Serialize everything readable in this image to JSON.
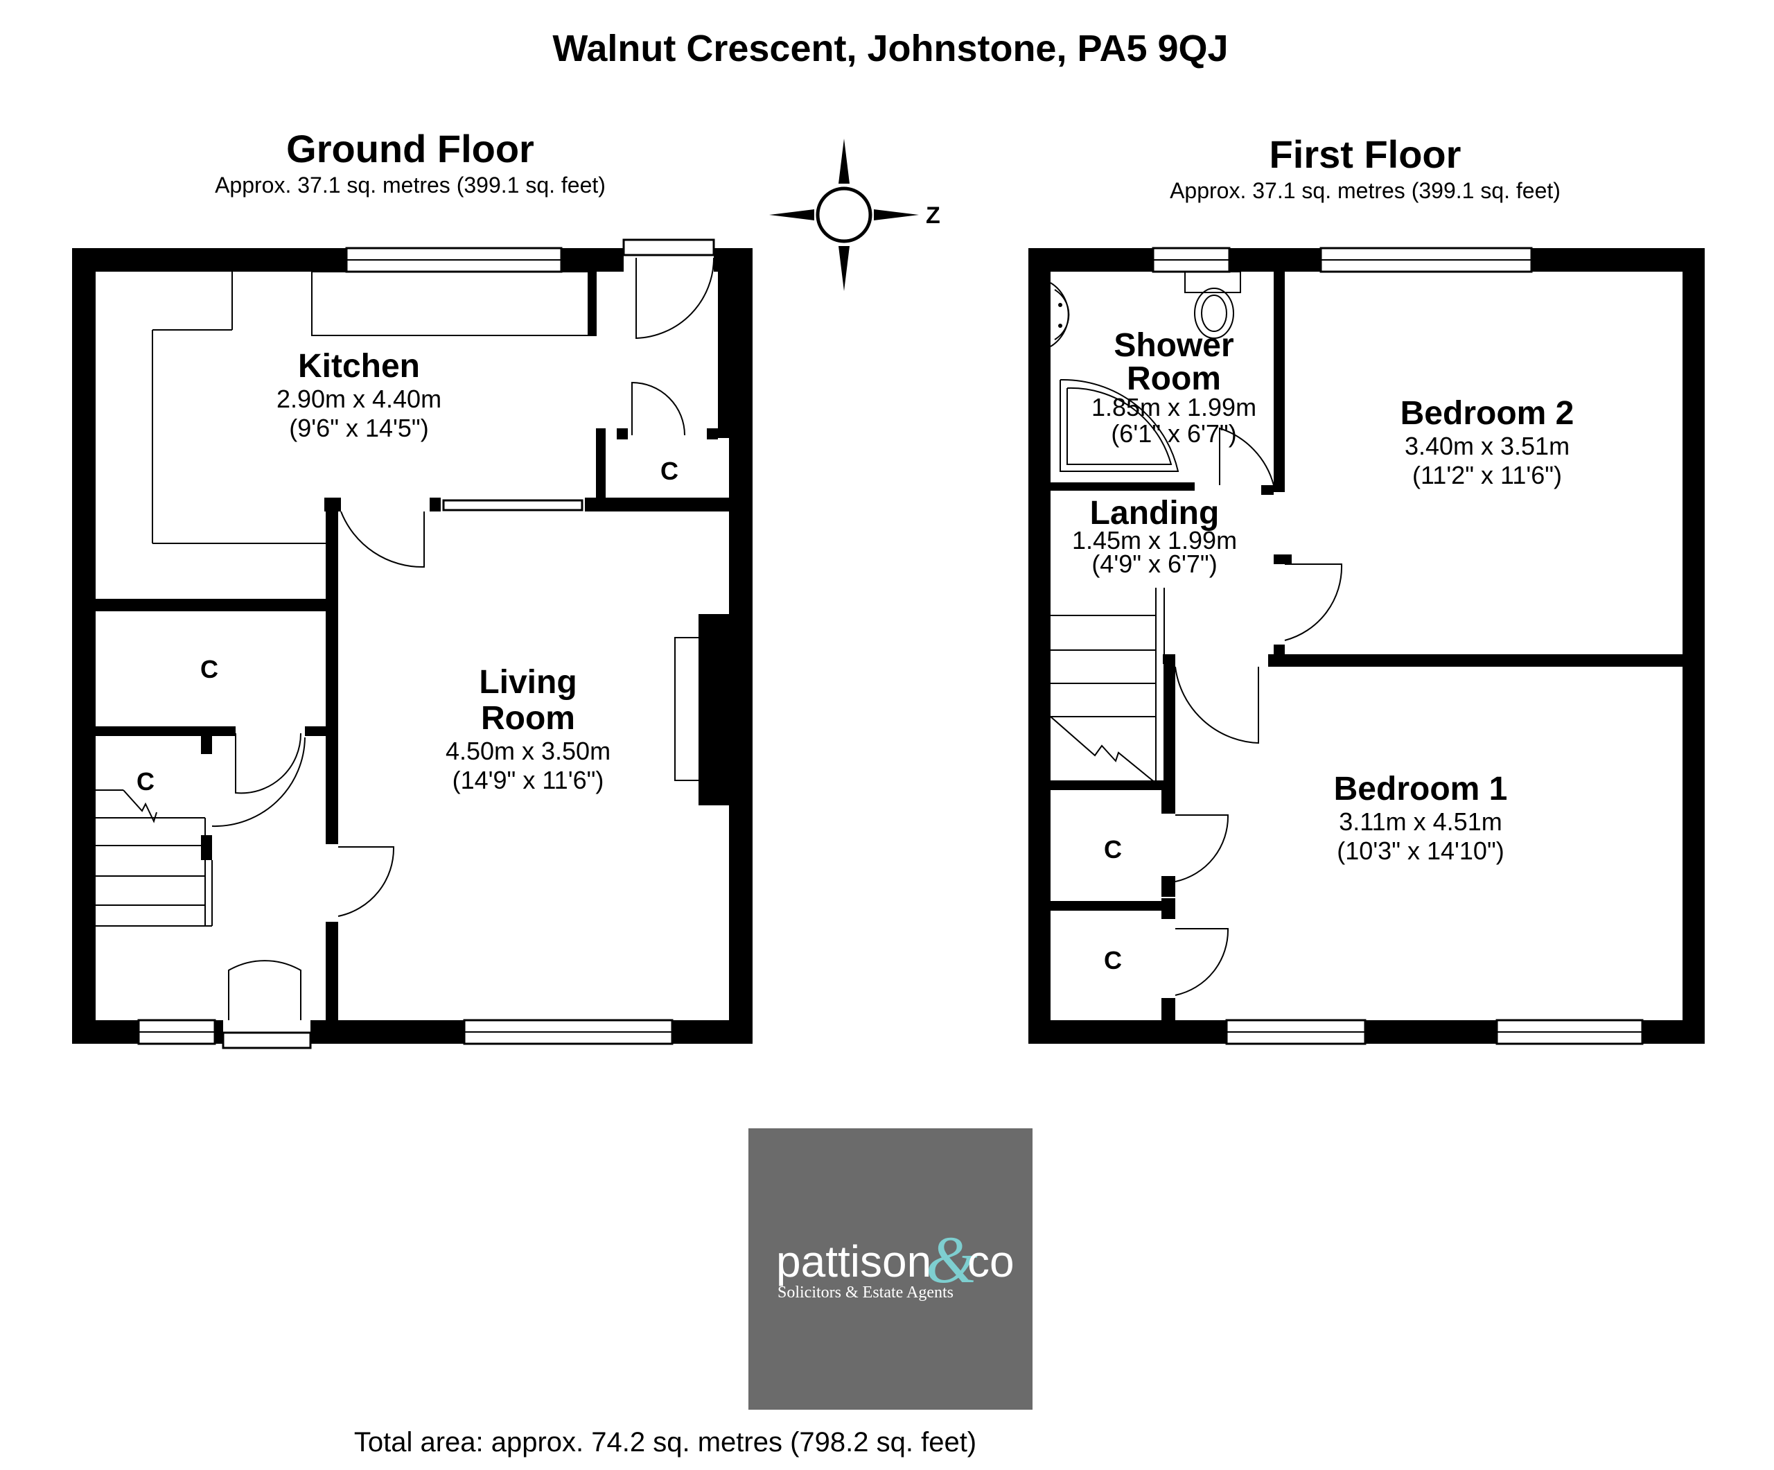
{
  "title": "Walnut Crescent, Johnstone, PA5 9QJ",
  "compass": {
    "label": "Z"
  },
  "ground_floor": {
    "name": "Ground Floor",
    "area": "Approx. 37.1 sq. metres (399.1 sq. feet)",
    "rooms": {
      "kitchen": {
        "name": "Kitchen",
        "metric": "2.90m x 4.40m",
        "imperial": "(9'6\" x 14'5\")"
      },
      "living": {
        "name1": "Living",
        "name2": "Room",
        "metric": "4.50m x 3.50m",
        "imperial": "(14'9\" x 11'6\")"
      },
      "cupboard_kitchen": "C",
      "cupboard_hall_top": "C",
      "cupboard_stairs": "C"
    }
  },
  "first_floor": {
    "name": "First Floor",
    "area": "Approx. 37.1 sq. metres (399.1 sq. feet)",
    "rooms": {
      "shower": {
        "name1": "Shower",
        "name2": "Room",
        "metric": "1.85m x 1.99m",
        "imperial": "(6'1\" x 6'7\")"
      },
      "landing": {
        "name": "Landing",
        "metric": "1.45m x 1.99m",
        "imperial": "(4'9\" x 6'7\")"
      },
      "bedroom2": {
        "name": "Bedroom 2",
        "metric": "3.40m x 3.51m",
        "imperial": "(11'2\" x 11'6\")"
      },
      "bedroom1": {
        "name": "Bedroom 1",
        "metric": "3.11m x 4.51m",
        "imperial": "(10'3\" x 14'10\")"
      },
      "cupboard_1": "C",
      "cupboard_2": "C"
    }
  },
  "logo": {
    "brand": "pattison",
    "amp": "&",
    "brand_end": "co",
    "tagline": "Solicitors & Estate Agents",
    "bg_color": "#6b6b6b",
    "accent_color": "#7ecfd0"
  },
  "total_area": "Total area: approx. 74.2 sq. metres (798.2 sq. feet)"
}
